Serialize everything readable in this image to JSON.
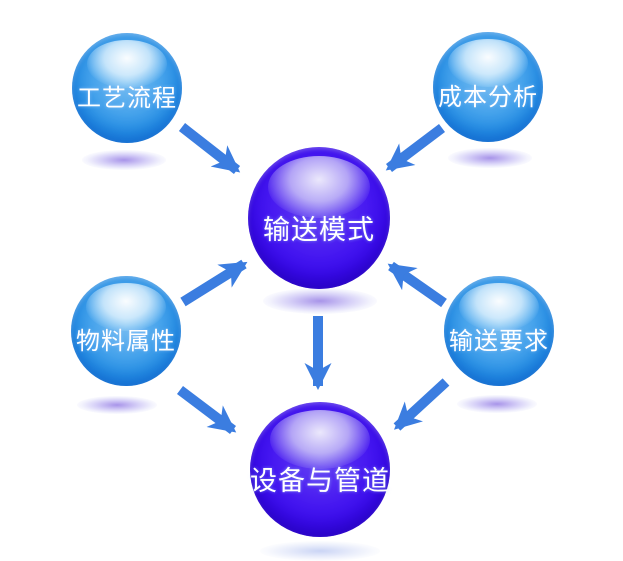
{
  "diagram": {
    "background": "#ffffff",
    "colors": {
      "light_ball": "#2590e5",
      "dark_ball": "#3a0af0",
      "arrow": "#3b7de0",
      "label_text": "#ffffff",
      "shadow": "#6a4fd4"
    },
    "nodes": [
      {
        "id": "process-flow",
        "label": "工艺流程",
        "variant": "light",
        "position": "top-left"
      },
      {
        "id": "cost-analysis",
        "label": "成本分析",
        "variant": "light",
        "position": "top-right"
      },
      {
        "id": "conveying-mode",
        "label": "输送模式",
        "variant": "dark",
        "position": "center"
      },
      {
        "id": "material-properties",
        "label": "物料属性",
        "variant": "light",
        "position": "middle-left"
      },
      {
        "id": "conveying-requirements",
        "label": "输送要求",
        "variant": "light",
        "position": "middle-right"
      },
      {
        "id": "equipment-and-piping",
        "label": "设备与管道",
        "variant": "dark",
        "position": "bottom-center"
      }
    ],
    "edges": [
      {
        "from": "process-flow",
        "to": "conveying-mode"
      },
      {
        "from": "cost-analysis",
        "to": "conveying-mode"
      },
      {
        "from": "material-properties",
        "to": "conveying-mode"
      },
      {
        "from": "conveying-requirements",
        "to": "conveying-mode"
      },
      {
        "from": "conveying-mode",
        "to": "equipment-and-piping"
      },
      {
        "from": "material-properties",
        "to": "equipment-and-piping"
      },
      {
        "from": "conveying-requirements",
        "to": "equipment-and-piping"
      }
    ]
  }
}
